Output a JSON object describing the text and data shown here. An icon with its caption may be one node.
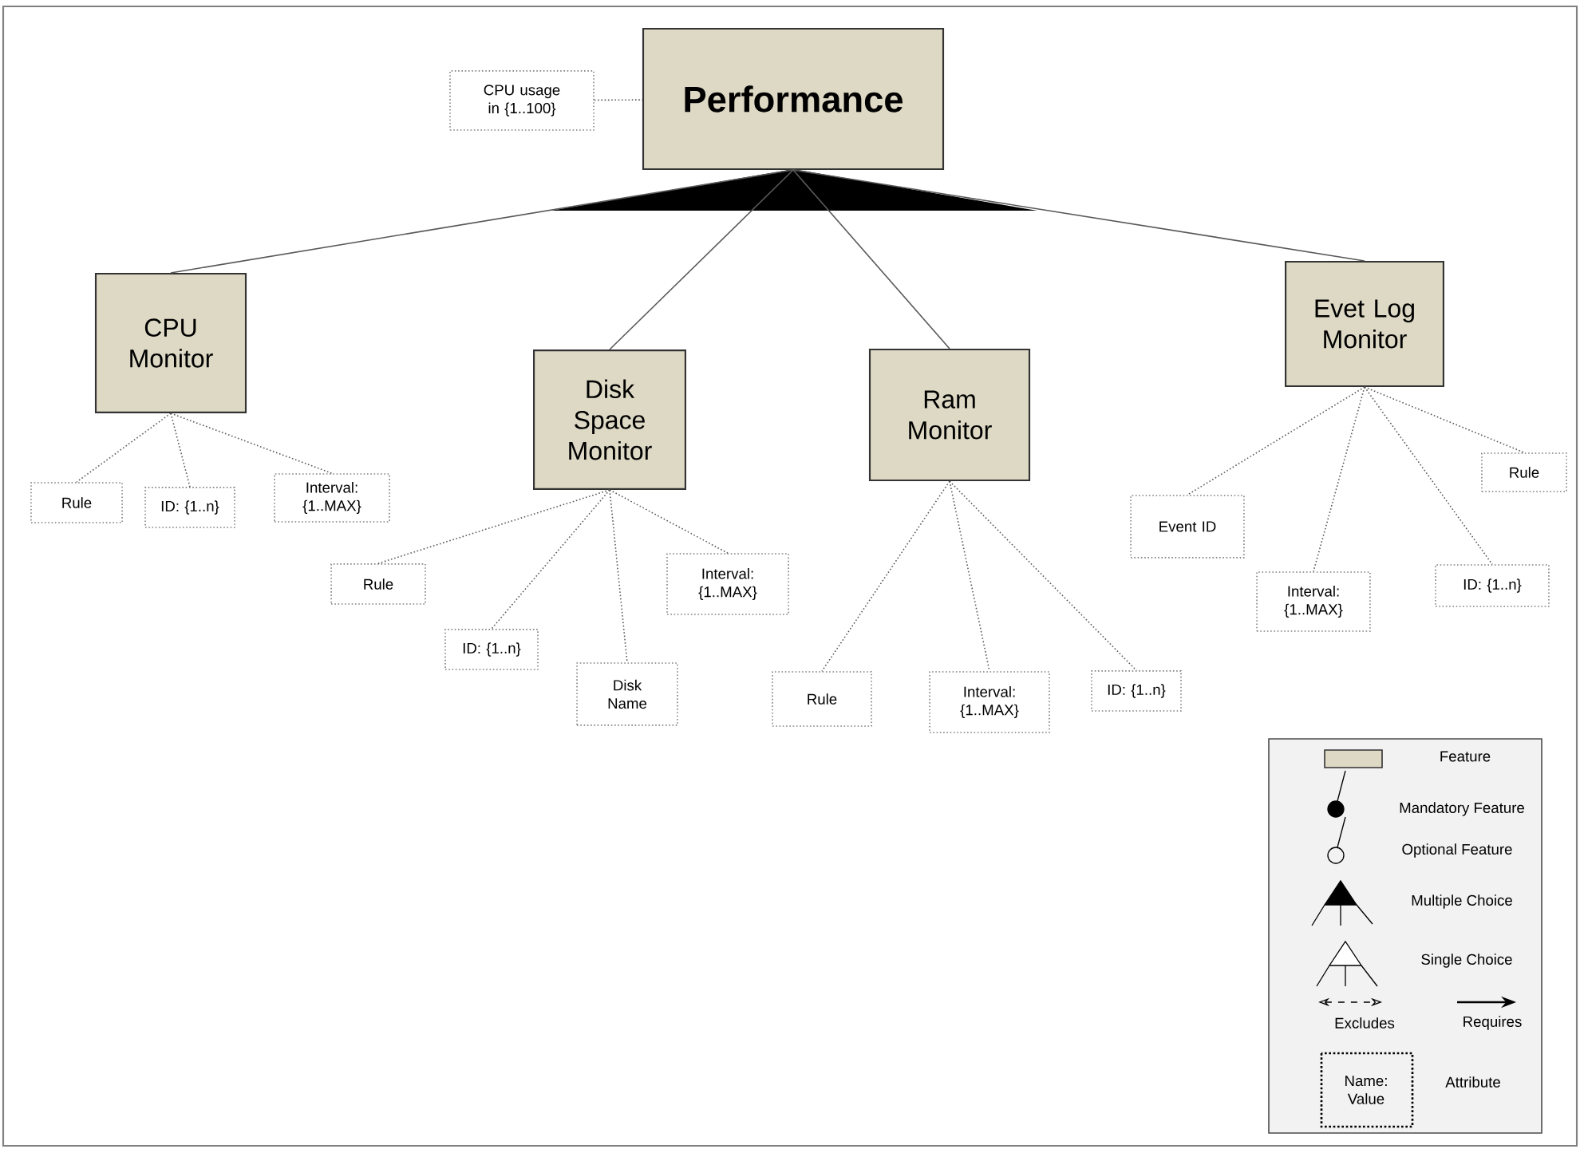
{
  "diagram": {
    "nodes": [
      {
        "text": [
          "CPU usage in {1..100}"
        ]
      },
      {
        "text": [
          "Performance"
        ]
      },
      {
        "text": [
          "CPU Monitor"
        ]
      },
      {
        "text": [
          "Disk Space Monitor"
        ]
      },
      {
        "text": [
          "Ram Monitor"
        ]
      },
      {
        "text": [
          "Evet Log Monitor"
        ]
      },
      {
        "text": [
          "Rule"
        ]
      },
      {
        "text": [
          "ID: {1..n}"
        ]
      },
      {
        "text": [
          "Interval: {1..MAX}"
        ]
      },
      {
        "text": [
          "Rule"
        ]
      },
      {
        "text": [
          "Interval: {1..MAX}"
        ]
      },
      {
        "text": [
          "ID: {1..n}"
        ]
      },
      {
        "text": [
          "Disk Name"
        ]
      },
      {
        "text": [
          "Rule"
        ]
      },
      {
        "text": [
          "Interval: {1..MAX}"
        ]
      },
      {
        "text": [
          "ID: {1..n}"
        ]
      },
      {
        "text": [
          "Event ID"
        ]
      },
      {
        "text": [
          "Rule"
        ]
      },
      {
        "text": [
          "Interval: {1..MAX}"
        ]
      },
      {
        "text": [
          "ID: {1..n}"
        ]
      }
    ],
    "edges": [
      {
        "from": 0,
        "to": 1,
        "arrow": "none",
        "style": "dashed"
      },
      {
        "from": 1,
        "to": 2,
        "arrow": "none"
      },
      {
        "from": 1,
        "to": 3,
        "arrow": "none"
      },
      {
        "from": 1,
        "to": 4,
        "arrow": "none"
      },
      {
        "from": 1,
        "to": 5,
        "arrow": "none"
      },
      {
        "from": 2,
        "to": 6,
        "arrow": "none",
        "style": "dashed"
      },
      {
        "from": 2,
        "to": 7,
        "arrow": "none",
        "style": "dashed"
      },
      {
        "from": 2,
        "to": 8,
        "arrow": "none",
        "style": "dashed"
      },
      {
        "from": 3,
        "to": 9,
        "arrow": "none",
        "style": "dashed"
      },
      {
        "from": 3,
        "to": 10,
        "arrow": "none",
        "style": "dashed"
      },
      {
        "from": 3,
        "to": 11,
        "arrow": "none",
        "style": "dashed"
      },
      {
        "from": 3,
        "to": 12,
        "arrow": "none",
        "style": "dashed"
      },
      {
        "from": 4,
        "to": 13,
        "arrow": "none",
        "style": "dashed"
      },
      {
        "from": 4,
        "to": 14,
        "arrow": "none",
        "style": "dashed"
      },
      {
        "from": 4,
        "to": 15,
        "arrow": "none",
        "style": "dashed"
      },
      {
        "from": 5,
        "to": 16,
        "arrow": "none",
        "style": "dashed"
      },
      {
        "from": 5,
        "to": 17,
        "arrow": "none",
        "style": "dashed"
      },
      {
        "from": 5,
        "to": 18,
        "arrow": "none",
        "style": "dashed"
      },
      {
        "from": 5,
        "to": 19,
        "arrow": "none",
        "style": "dashed"
      }
    ],
    "labels": [
      "Name: Value"
    ],
    "legend": [
      {
        "text": "Feature"
      },
      {
        "text": "Mandatory Feature"
      },
      {
        "text": "Optional Feature"
      },
      {
        "text": "Multiple Choice"
      },
      {
        "text": "Single Choice"
      },
      {
        "text": "Excludes"
      },
      {
        "text": "Requires"
      },
      {
        "text": "Attribute"
      }
    ]
  }
}
